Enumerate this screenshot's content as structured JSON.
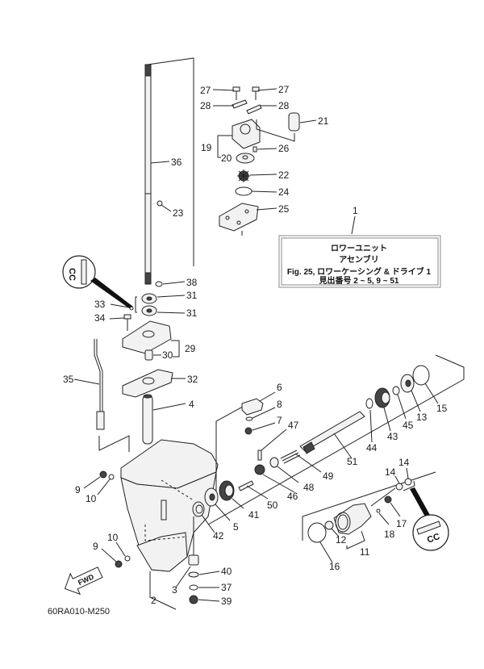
{
  "diagram": {
    "title_box": {
      "ref_number": "1",
      "line1": "ロワーユニット",
      "line2": "アセンブリ",
      "line3": "Fig. 25, ロワーケーシング & ドライブ 1",
      "line4": "見出番号 2 ~ 5, 9 ~ 51"
    },
    "drawing_code": "60RA010-M250",
    "fwd_label": "FWD",
    "detail_mark": "CC",
    "callouts": {
      "c27a": "27",
      "c27b": "27",
      "c28a": "28",
      "c28b": "28",
      "c21": "21",
      "c19": "19",
      "c26": "26",
      "c20": "20",
      "c36": "36",
      "c22": "22",
      "c24": "24",
      "c23": "23",
      "c25": "25",
      "c38": "38",
      "c31a": "31",
      "c33": "33",
      "c31b": "31",
      "c34": "34",
      "c29": "29",
      "c30": "30",
      "c35": "35",
      "c32": "32",
      "c6": "6",
      "c8": "8",
      "c4": "4",
      "c7": "7",
      "c47": "47",
      "c15": "15",
      "c13": "13",
      "c45": "45",
      "c43": "43",
      "c44": "44",
      "c51": "51",
      "c49": "49",
      "c48": "48",
      "c9a": "9",
      "c10a": "10",
      "c46": "46",
      "c50": "50",
      "c41": "41",
      "c14a": "14",
      "c14b": "14",
      "c5": "5",
      "c42": "42",
      "c17": "17",
      "c18": "18",
      "c12": "12",
      "c11": "11",
      "c16": "16",
      "c10b": "10",
      "c9b": "9",
      "c40": "40",
      "c37": "37",
      "c3": "3",
      "c2": "2",
      "c39": "39"
    }
  }
}
